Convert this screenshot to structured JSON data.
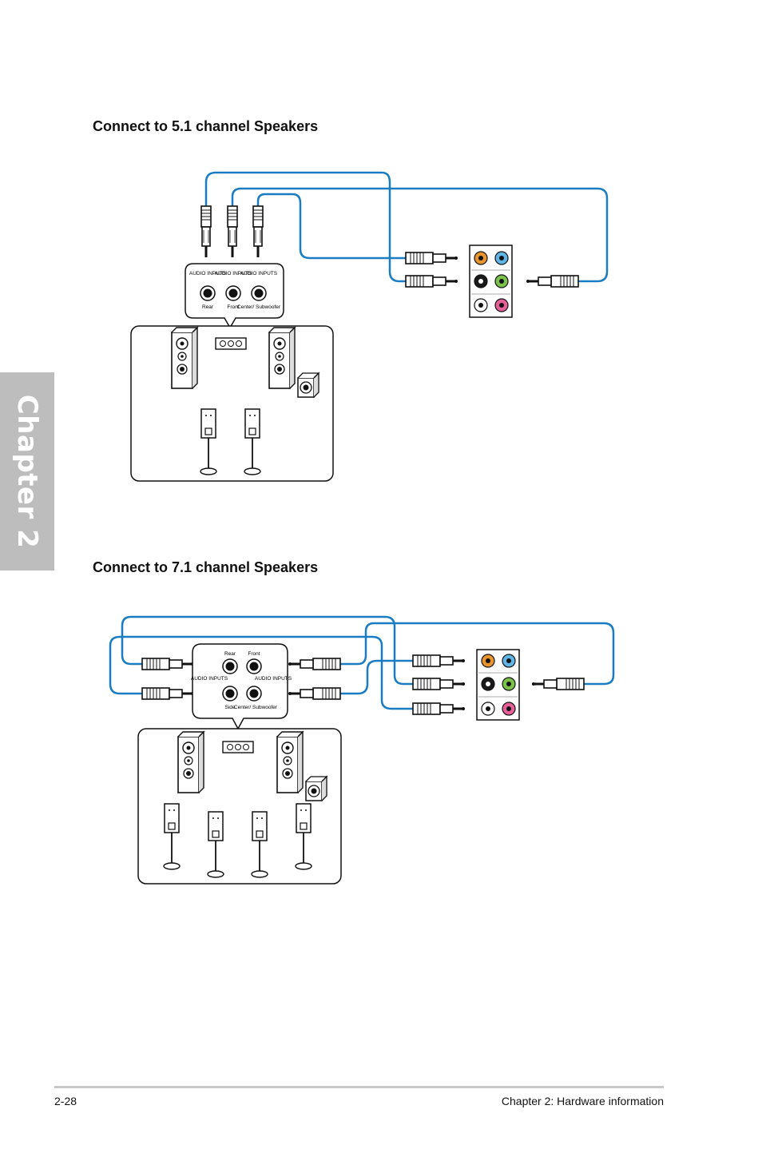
{
  "chapter_tab": "Chapter 2",
  "sections": [
    {
      "heading": "Connect to 5.1 channel Speakers",
      "input_labels": [
        "AUDIO INPUTS",
        "AUDIO INPUTS",
        "AUDIO INPUTS"
      ],
      "channel_labels": [
        "Rear",
        "Front",
        "Center/ Subwoofer"
      ]
    },
    {
      "heading": "Connect to 7.1 channel Speakers",
      "input_labels": [
        "AUDIO INPUTS",
        "AUDIO INPUTS"
      ],
      "channel_labels": [
        "Rear",
        "Front",
        "Side",
        "Center/ Subwoofer"
      ]
    }
  ],
  "port_colors": {
    "orange": "#e8952c",
    "blue": "#5fb6e6",
    "black": "#1a1a1a",
    "green": "#7cc24a",
    "gray": "#ffffff",
    "pink": "#e6609a",
    "cable": "#1a7dc4"
  },
  "footer": {
    "page_number": "2-28",
    "chapter_title": "Chapter 2: Hardware information"
  }
}
